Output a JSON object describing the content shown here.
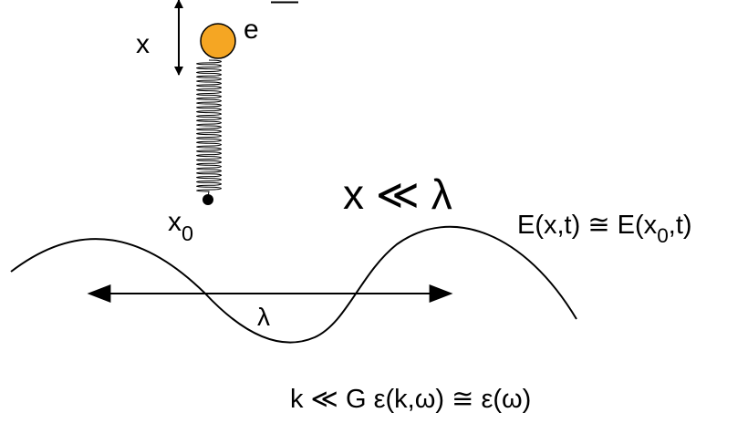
{
  "labels": {
    "displacement": "x",
    "electron": "e",
    "electron_charge": "—",
    "origin_base": "x",
    "origin_sub": "0",
    "approx_left": "x",
    "approx_symbol": "≪",
    "approx_right": "λ",
    "wavelength": "λ",
    "field_pre": "E(x,t) ≅ E(x",
    "field_sub": "0",
    "field_post": ",t)",
    "bottom": "k ≪ G  ε(k,ω) ≅ ε(ω)"
  },
  "colors": {
    "electron_fill": "#f5a623",
    "stroke": "#000000"
  }
}
